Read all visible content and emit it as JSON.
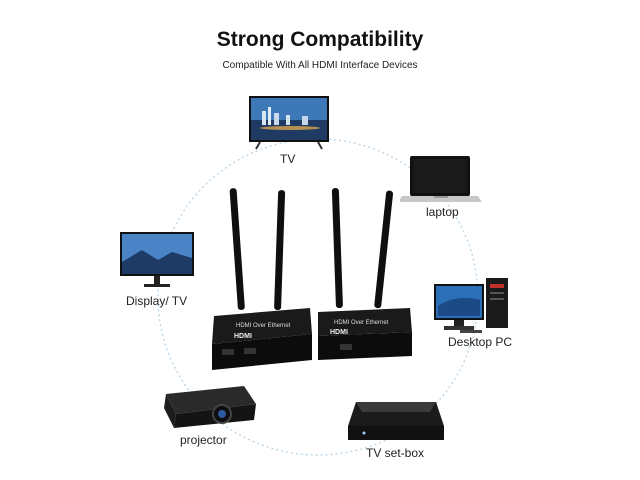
{
  "header": {
    "title": "Strong Compatibility",
    "subtitle": "Compatible With All HDMI Interface Devices"
  },
  "devices": {
    "tv": "TV",
    "laptop": "laptop",
    "display": "Display/ TV",
    "desktop": "Desktop PC",
    "projector": "projector",
    "settop": "TV set-box"
  },
  "extender": {
    "transmitter_label": "HDMI Over Ethernet",
    "receiver_label": "HDMI Over Ethernet",
    "hdmi_logo": "HDMI"
  },
  "colors": {
    "ring": "#bcd6e8",
    "device_dark": "#1c1c1c",
    "screen_blue": "#2a6fb8"
  }
}
